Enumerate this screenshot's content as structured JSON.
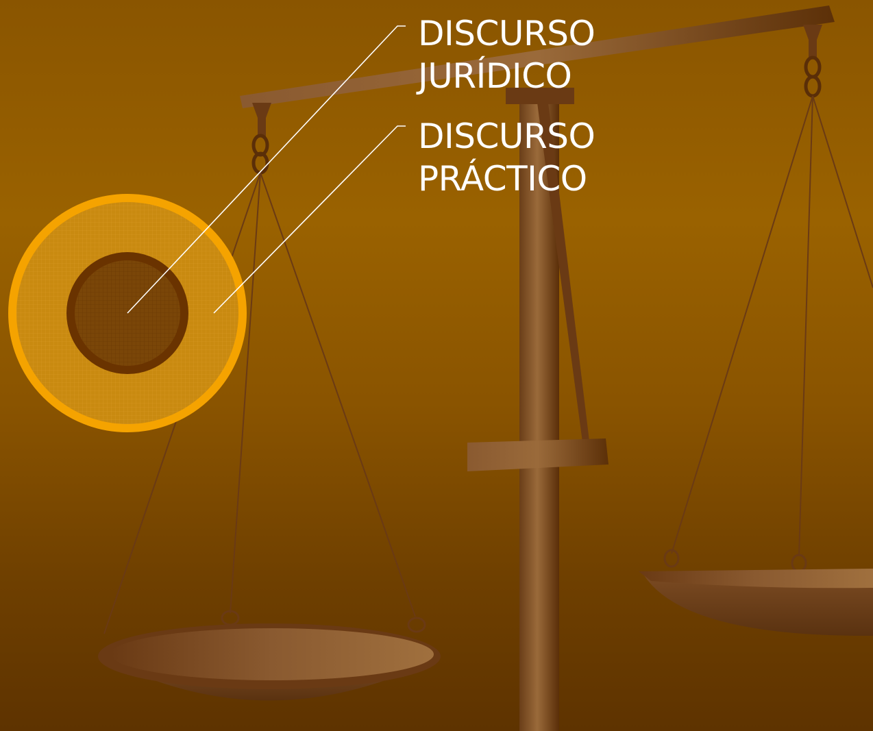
{
  "slide": {
    "labels": [
      {
        "line1": "DISCURSO",
        "line2": "JURÍDICO"
      },
      {
        "line1": "DISCURSO",
        "line2": "PRÁCTICO"
      }
    ]
  },
  "colors": {
    "outer_ring": "#f5a300",
    "outer_fill": "#c98a10",
    "inner_ring": "#6a3300",
    "inner_fill": "#7a4608",
    "scale_wood": "#7a4a22",
    "scale_wood_dark": "#5a3010",
    "pointer_line": "#ffffff",
    "label_text": "#ffffff"
  }
}
